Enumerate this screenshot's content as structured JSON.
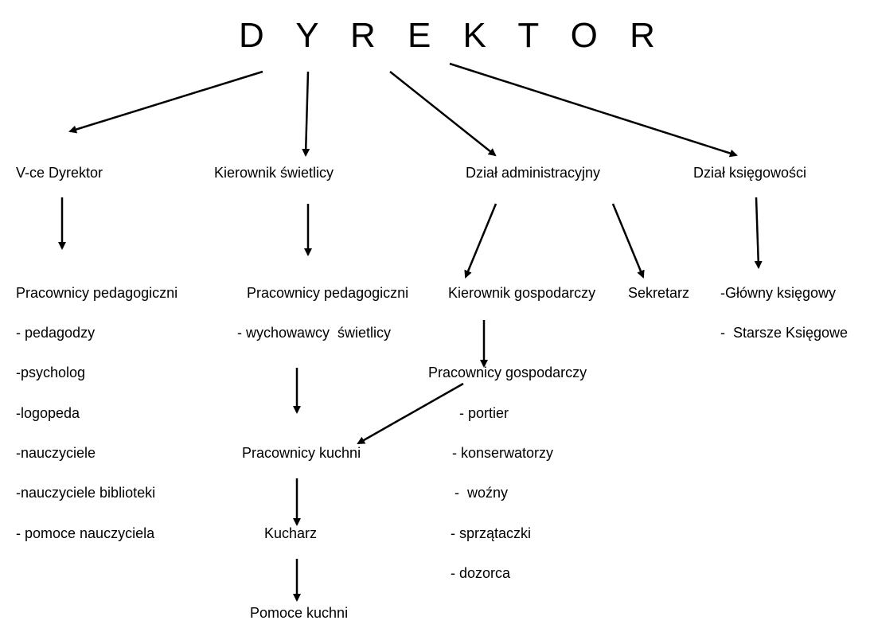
{
  "title": "D Y R E K T O R",
  "branches": {
    "vice": {
      "header": "V-ce Dyrektor",
      "group": "Pracownicy pedagogiczni",
      "items": [
        "- pedagodzy",
        "-psycholog",
        "-logopeda",
        "-nauczyciele",
        "-nauczyciele biblioteki",
        "- pomoce nauczyciela"
      ]
    },
    "swietlica": {
      "header": "Kierownik świetlicy",
      "group": "Pracownicy pedagogiczni",
      "item": "- wychowawcy  świetlicy",
      "kuchnia": "Pracownicy kuchni",
      "kucharz": "Kucharz",
      "pomoce": "Pomoce kuchni"
    },
    "admin": {
      "header": "Dział administracyjny",
      "kierownik": "Kierownik gospodarczy",
      "sekretarz": "Sekretarz",
      "group": "Pracownicy gospodarczy",
      "items": [
        "- portier",
        "- konserwatorzy",
        "-  woźny",
        "- sprzątaczki",
        "- dozorca"
      ]
    },
    "ksiegowosc": {
      "header": "Dział księgowości",
      "items": [
        "-Główny księgowy",
        "-  Starsze Księgowe"
      ]
    }
  }
}
